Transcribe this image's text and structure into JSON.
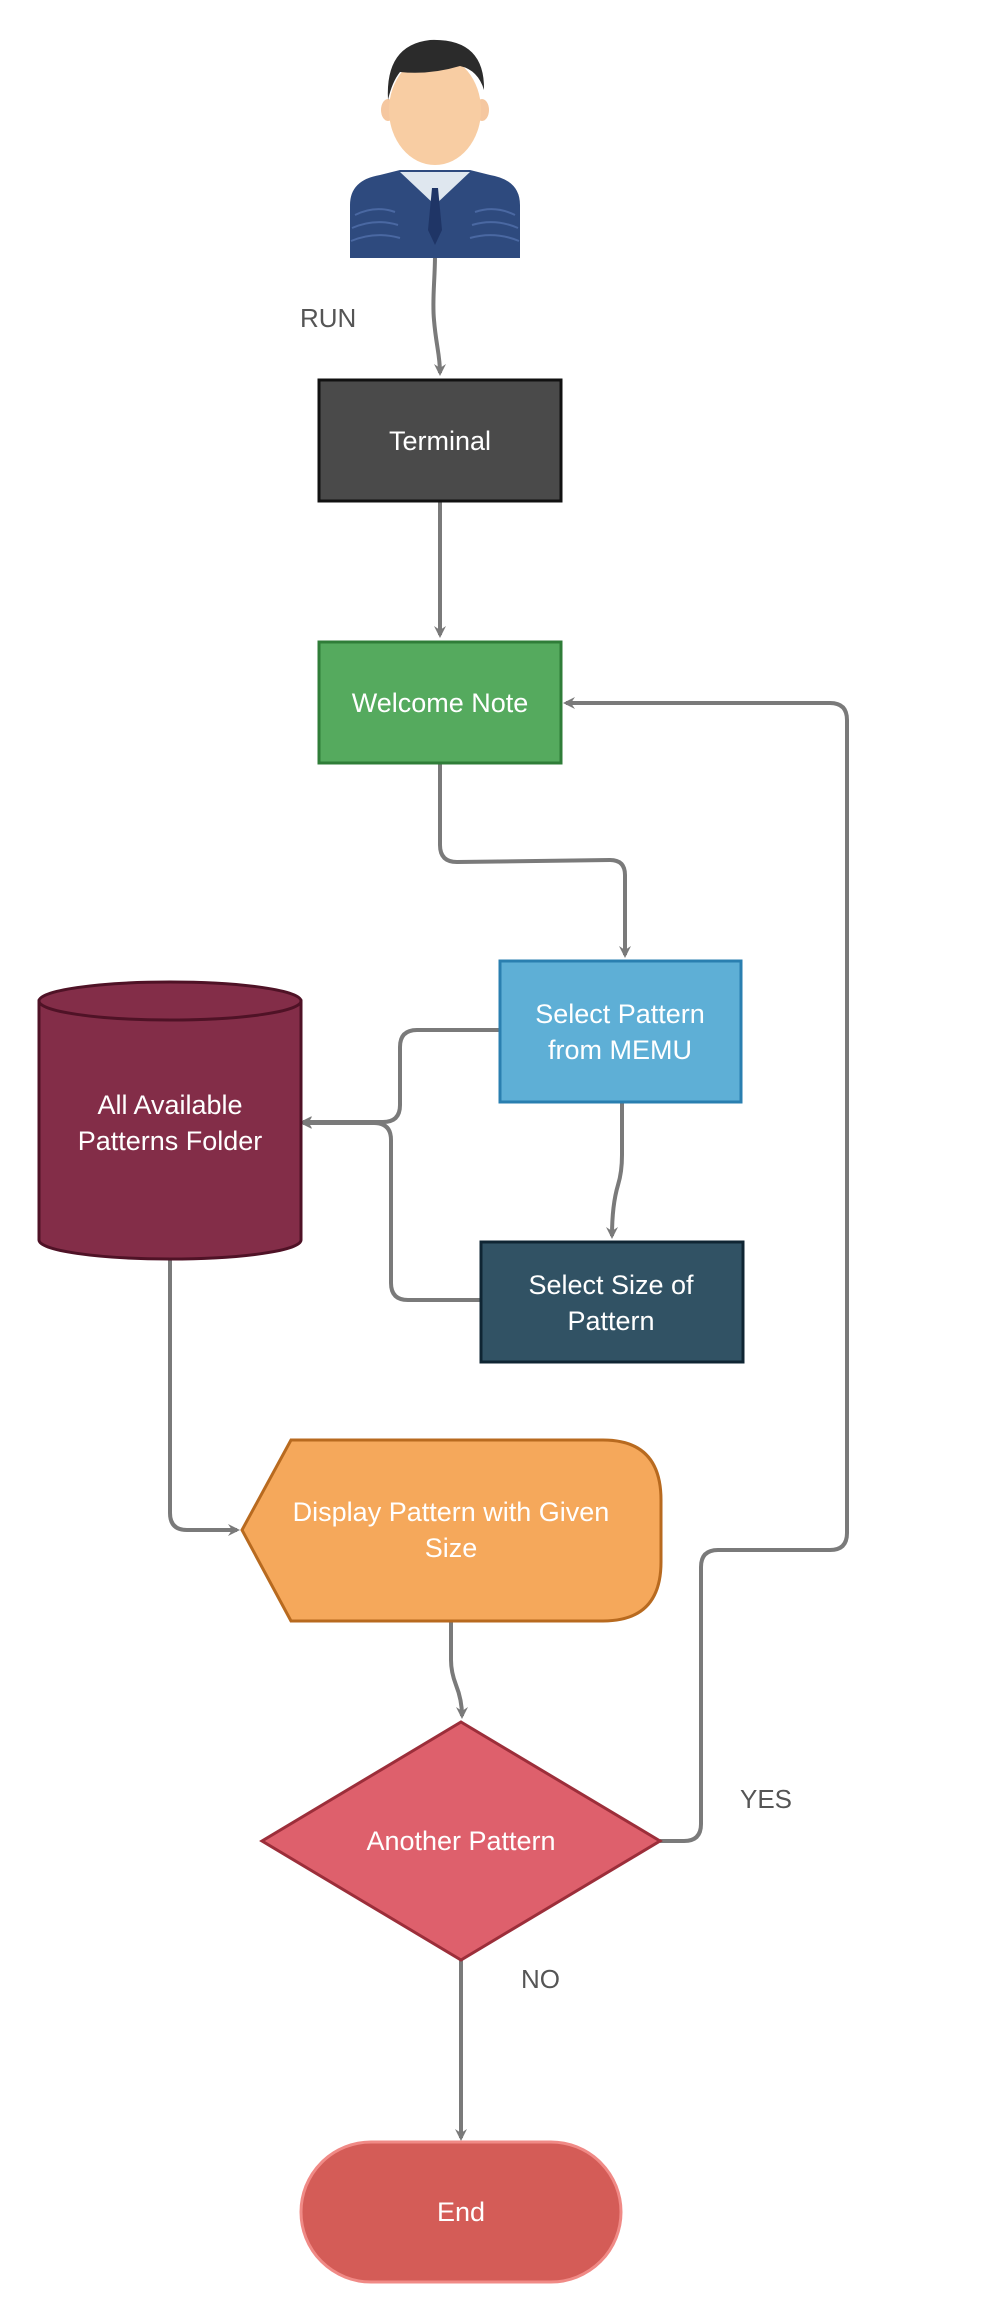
{
  "diagram": {
    "actor": {
      "icon": "user-icon"
    },
    "nodes": {
      "terminal": {
        "label": "Terminal",
        "color": "#4a4a4a",
        "stroke": "#111111"
      },
      "welcome": {
        "label": "Welcome Note",
        "color": "#55aa5e",
        "stroke": "#2f7d38"
      },
      "select_pattern": {
        "line1": "Select Pattern",
        "line2": "from MEMU",
        "color": "#5eafd6",
        "stroke": "#2a7fb0"
      },
      "folder": {
        "line1": "All Available",
        "line2": "Patterns Folder",
        "color": "#832d48",
        "stroke": "#4f1226"
      },
      "select_size": {
        "line1": "Select Size of",
        "line2": "Pattern",
        "color": "#315264",
        "stroke": "#0f2533"
      },
      "display": {
        "line1": "Display Pattern with Given",
        "line2": "Size",
        "color": "#f5a85b",
        "stroke": "#b86a1f"
      },
      "decision": {
        "label": "Another Pattern",
        "color": "#de606c",
        "stroke": "#9c2e3a"
      },
      "end": {
        "label": "End",
        "color": "#d45c57",
        "stroke": "#f08a86"
      }
    },
    "edge_labels": {
      "run": "RUN",
      "yes": "YES",
      "no": "NO"
    },
    "edge_color": "#7a7a7a"
  }
}
